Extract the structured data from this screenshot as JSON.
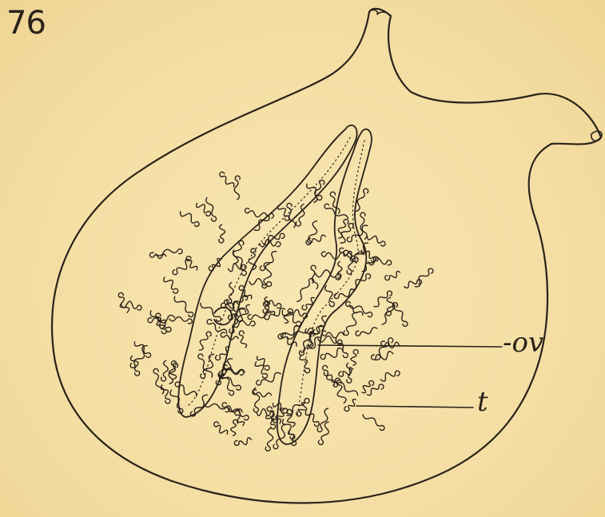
{
  "figure": {
    "number": "76",
    "labels": {
      "ov": "-ov",
      "t": "t"
    }
  },
  "colors": {
    "paper": "#f6e1a8",
    "ink": "#2a221a"
  }
}
